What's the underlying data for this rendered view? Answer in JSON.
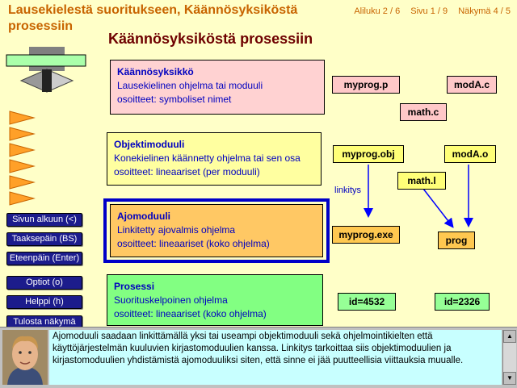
{
  "header": {
    "title": "Lausekielestä suoritukseen, Käännösyksiköstä prosessiin",
    "subsection": "Aliluku  2 / 6",
    "page": "Sivu 1  / 9",
    "view": "Näkymä  4 / 5"
  },
  "main": {
    "heading": "Käännösyksiköstä prosessiin",
    "boxes": [
      {
        "title": "Käännösyksikkö",
        "line1": "Lausekielinen ohjelma tai moduuli",
        "line2": "osoitteet: symboliset nimet"
      },
      {
        "title": "Objektimoduuli",
        "line1": "Konekielinen käännetty ohjelma tai sen osa",
        "line2": "osoitteet: lineaariset (per moduuli)"
      },
      {
        "title": "Ajomoduuli",
        "line1": "Linkitetty ajovalmis ohjelma",
        "line2": "osoitteet: lineaariset (koko ohjelma)"
      },
      {
        "title": "Prosessi",
        "line1": "Suorituskelpoinen ohjelma",
        "line2": "osoitteet: lineaariset (koko ohjelma)"
      }
    ],
    "tags": {
      "myprog_p": "myprog.p",
      "moda_c": "modA.c",
      "math_c": "math.c",
      "myprog_obj": "myprog.obj",
      "moda_o": "modA.o",
      "math_l": "math.l",
      "myprog_exe": "myprog.exe",
      "prog": "prog",
      "id1": "id=4532",
      "id2": "id=2326"
    },
    "linkitys": "linkitys"
  },
  "sidebar": {
    "buttons": [
      "Sivun alkuun (<)",
      "Taaksepäin (BS)",
      "Eteenpäin (Enter)",
      "Optiot (o)",
      "Helppi (h)",
      "Tulosta näkymä"
    ]
  },
  "caption": {
    "text": "Ajomoduuli saadaan linkittämällä yksi tai useampi objektimoduuli sekä ohjelmointikielten että käyttöjärjestelmän kuuluvien kirjastomoduulien kanssa. Linkitys tarkoittaa siis objektimoduulien ja kirjastomoduulien yhdistämistä ajomoduuliksi siten, että sinne ei jää puutteellisia viittauksia muualle."
  },
  "colors": {
    "background": "#ffffc8",
    "title": "#c86400",
    "heading": "#6e0000",
    "box_text": "#0000c0",
    "box1": "#ffd2d2",
    "box2": "#ffffa0",
    "box3": "#ffc864",
    "box4": "#82ff82",
    "tag1": "#ffc8c8",
    "tag2": "#ffff78",
    "tag3": "#ffc850",
    "tag4": "#96ff96",
    "highlight": "#0000c8"
  },
  "icons": [
    "scroll-up-icon",
    "scroll-down-icon",
    "nav-arrow-icon"
  ]
}
